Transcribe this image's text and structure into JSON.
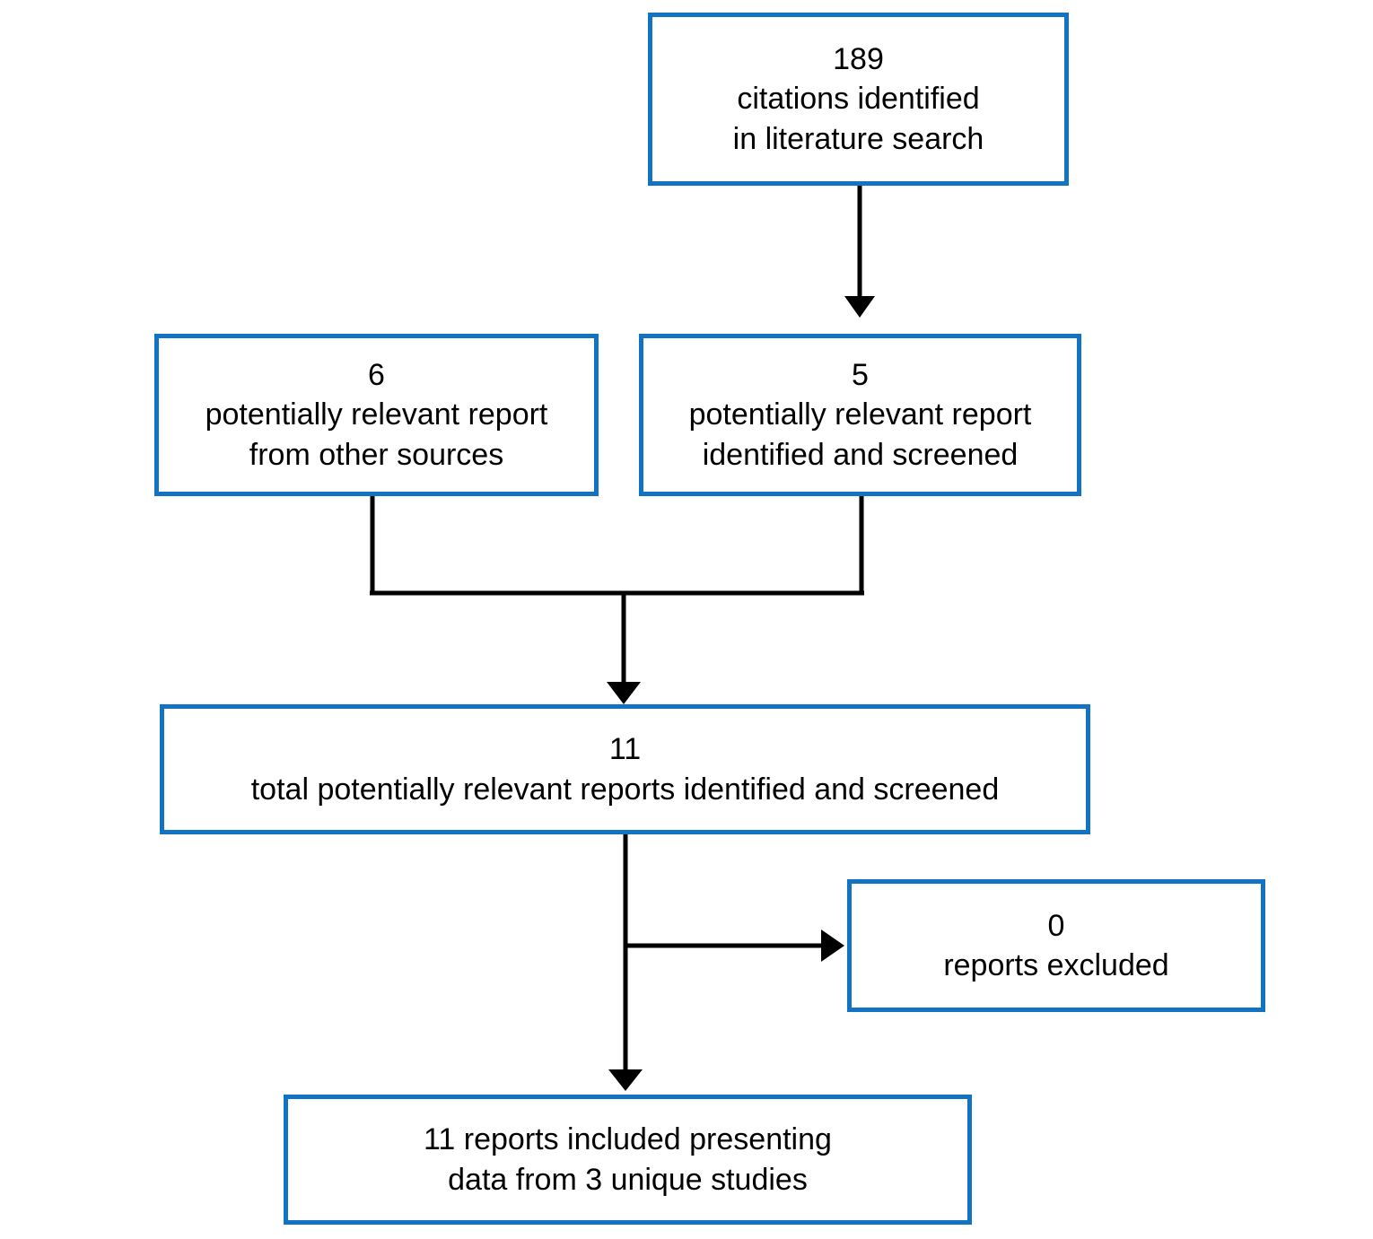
{
  "diagram": {
    "type": "prisma-flow-diagram",
    "accent_color": "#1273c2",
    "connector_color": "#000000",
    "background_color": "#ffffff",
    "boxes": [
      {
        "id": "identified",
        "count": "189",
        "lines": [
          "189",
          "citations identified",
          "in literature search"
        ]
      },
      {
        "id": "other-sources",
        "count": "6",
        "lines": [
          "6",
          "potentially relevant report",
          "from other sources"
        ]
      },
      {
        "id": "screened",
        "count": "5",
        "lines": [
          "5",
          "potentially relevant report",
          "identified and screened"
        ]
      },
      {
        "id": "total",
        "count": "11",
        "lines": [
          "11",
          "total potentially relevant reports identified and screened"
        ]
      },
      {
        "id": "excluded",
        "count": "0",
        "lines": [
          "0",
          "reports excluded"
        ]
      },
      {
        "id": "included",
        "count": "11",
        "lines": [
          "11 reports included presenting",
          "data from 3 unique studies"
        ]
      }
    ],
    "connectors": [
      {
        "id": "identified-to-screened",
        "from": "identified",
        "to": "screened",
        "shape": "vertical-arrow"
      },
      {
        "id": "other-sources-to-total",
        "from": "other-sources",
        "to": "total",
        "shape": "elbow-merge"
      },
      {
        "id": "screened-to-total",
        "from": "screened",
        "to": "total",
        "shape": "elbow-merge"
      },
      {
        "id": "total-to-excluded",
        "from": "total",
        "to": "excluded",
        "shape": "horizontal-arrow"
      },
      {
        "id": "total-to-included",
        "from": "total",
        "to": "included",
        "shape": "vertical-arrow"
      }
    ]
  }
}
